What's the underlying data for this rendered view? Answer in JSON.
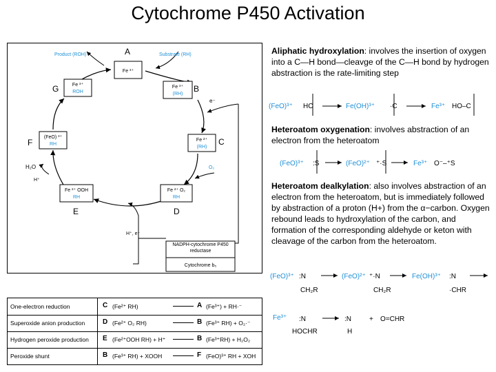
{
  "title": "Cytochrome P450 Activation",
  "cycle": {
    "product_label": "Product (ROH)",
    "substrate_label": "Substrate (RH)",
    "electron1": "e⁻",
    "o2": "O₂",
    "proton_electron": "H⁺, e⁻",
    "water": "H₂O",
    "proton": "H⁺",
    "reductase": "NADPH-cytochrome P450 reductase",
    "cytb5": "Cytochrome b₅",
    "states": [
      {
        "letter": "A",
        "line1": "Fe ³⁺",
        "line2": ""
      },
      {
        "letter": "B",
        "line1": "Fe ³⁺",
        "line2": "(RH)"
      },
      {
        "letter": "C",
        "line1": "Fe ²⁺",
        "line2": "(RH)"
      },
      {
        "letter": "D",
        "line1": "Fe ²⁺ O₂",
        "line2": "RH"
      },
      {
        "letter": "E",
        "line1": "Fe ²⁺ OOH",
        "line2": "RH"
      },
      {
        "letter": "F",
        "line1": "(FeO) ³⁺",
        "line2": "RH"
      },
      {
        "letter": "G",
        "line1": "Fe ³⁺",
        "line2": "ROH"
      }
    ]
  },
  "descriptions": {
    "aliphatic": {
      "title": "Aliphatic hydroxylation",
      "text": ": involves the insertion of oxygen into a C—H bond—cleavge of the C—H bond by hydrogen abstraction is the rate-limiting step"
    },
    "heteroatom_oxygenation": {
      "title": "Heteroatom oxygenation",
      "text": ": involves abstraction of an electron from the heteroatom"
    },
    "heteroatom_dealkylation": {
      "title": "Heteroatom dealkylation",
      "text": ": also involves abstraction of an electron from the heteroatom, but is immediately followed by abstraction of a proton (H+) from the α−carbon. Oxygen rebound leads to hydroxylation of the carbon, and formation of the corresponding aldehyde or keton with cleavage of the carbon from the heteroatom."
    }
  },
  "schemes": {
    "feo3": "(FeO)³⁺",
    "feo2": "(FeO)²⁺",
    "feoh3": "Fe(OH)³⁺",
    "fe3": "Fe³⁺",
    "hc": "HC",
    "c_radical": "·C",
    "ho_c": "HO–C",
    "s_colon": ":S",
    "s_plus": "⁺·S",
    "o_minus_s": "O⁻–⁺S",
    "n_colon": ":N",
    "n_plus": "⁺·N",
    "ch2r": "CH₂R",
    "chr": "·CHR",
    "hochr": "HOCHR",
    "h": "H",
    "plus": "+",
    "o_chr": "O=CHR"
  },
  "table": [
    {
      "name": "One-electron reduction",
      "letter1": "C",
      "left": "(Fe²⁺ RH)",
      "letter2": "A",
      "right": "(Fe³⁺) + RH·⁻"
    },
    {
      "name": "Superoxide anion production",
      "letter1": "D",
      "left": "(Fe²⁺ O₂ RH)",
      "letter2": "B",
      "right": "(Fe³⁺ RH) + O₂·⁻"
    },
    {
      "name": "Hydrogen peroxide production",
      "letter1": "E",
      "left": "(Fe²⁺OOH RH) + H⁺",
      "letter2": "B",
      "right": "(Fe³⁺RH) + H₂O₂"
    },
    {
      "name": "Peroxide shunt",
      "letter1": "B",
      "left": "(Fe³⁺ RH) + XOOH",
      "letter2": "F",
      "right": "(FeO)³⁺ RH + XOH"
    }
  ]
}
